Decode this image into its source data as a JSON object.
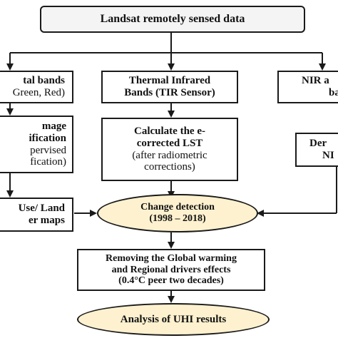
{
  "nodes": {
    "landsat": {
      "line1": "Landsat remotely sensed data"
    },
    "visual": {
      "line1": "tal bands",
      "line2": "Green, Red)"
    },
    "thermal": {
      "line1": "Thermal Infrared",
      "line2": "Bands (TIR Sensor)"
    },
    "nir": {
      "line1": "NIR a",
      "line2": "ba"
    },
    "classification": {
      "line1": "mage",
      "line2": "ification",
      "line3": "pervised",
      "line4": "fication)"
    },
    "lst": {
      "line1": "Calculate the e-",
      "line2": "corrected LST",
      "line3": "(after radiometric",
      "line4": "corrections)"
    },
    "ndvi": {
      "line1": "Der",
      "line2": "NI"
    },
    "landuse": {
      "line1": "Use/ Land",
      "line2": "er maps"
    },
    "change": {
      "line1": "Change detection",
      "line2": "(1998 – 2018)"
    },
    "removing": {
      "line1": "Removing the Global warming",
      "line2": "and Regional drivers effects",
      "line3": "(0.4°C peer two decades)"
    },
    "analysis": {
      "line1": "Analysis of UHI results"
    }
  },
  "colors": {
    "ellipse_fill": "#fdf1cf",
    "top_box_fill": "#f4f4f4",
    "stroke": "#1a1a1a"
  }
}
